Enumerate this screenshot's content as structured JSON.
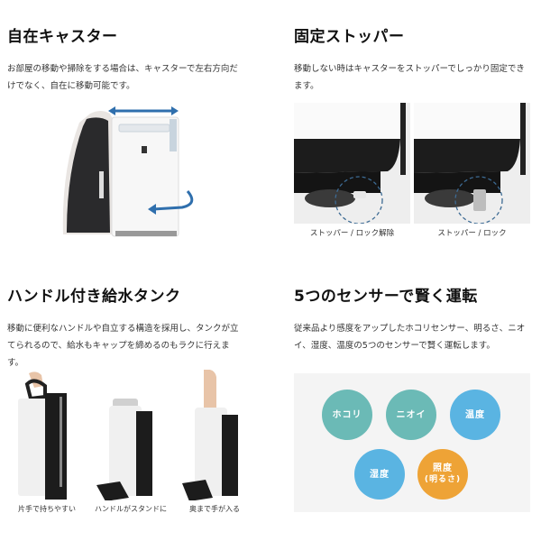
{
  "sections": {
    "casters": {
      "title": "自在キャスター",
      "description_line1": "お部屋の移動や掃除をする場合は、キャスターで左右方向だ",
      "description_line2": "けでなく、自在に移動可能です。",
      "image_alt": "air-purifier-with-direction-arrows"
    },
    "stopper": {
      "title": "固定ストッパー",
      "description_line1": "移動しない時はキャスターをストッパーでしっかり固定でき",
      "description_line2": "ます。",
      "images": [
        {
          "caption": "ストッパー / ロック解除"
        },
        {
          "caption": "ストッパー / ロック"
        }
      ]
    },
    "tank": {
      "title": "ハンドル付き給水タンク",
      "description_line1": "移動に便利なハンドルや自立する構造を採用し、タンクが立",
      "description_line2": "てられるので、給水もキャップを締めるのもラクに行えま",
      "description_line3": "す。",
      "images": [
        {
          "caption": "片手で持ちやすい"
        },
        {
          "caption": "ハンドルがスタンドに"
        },
        {
          "caption": "奥まで手が入る"
        }
      ]
    },
    "sensors": {
      "title": "5つのセンサーで賢く運転",
      "description_line1": "従来品より感度をアップしたホコリセンサー、明るさ、ニオ",
      "description_line2": "イ、湿度、温度の5つのセンサーで賢く運転します。",
      "circles": [
        {
          "label": "ホコリ",
          "color": "#6bbab6"
        },
        {
          "label": "ニオイ",
          "color": "#6bbab6"
        },
        {
          "label": "温度",
          "color": "#5ab4e2"
        },
        {
          "label": "湿度",
          "color": "#5ab4e2"
        },
        {
          "label_line1": "照度",
          "label_line2": "(明るさ)",
          "color": "#eea336"
        }
      ]
    }
  },
  "colors": {
    "teal": "#6bbab6",
    "blue": "#5ab4e2",
    "orange": "#eea336",
    "arrow": "#2f6fad",
    "panel_bg": "#f4f4f4"
  }
}
